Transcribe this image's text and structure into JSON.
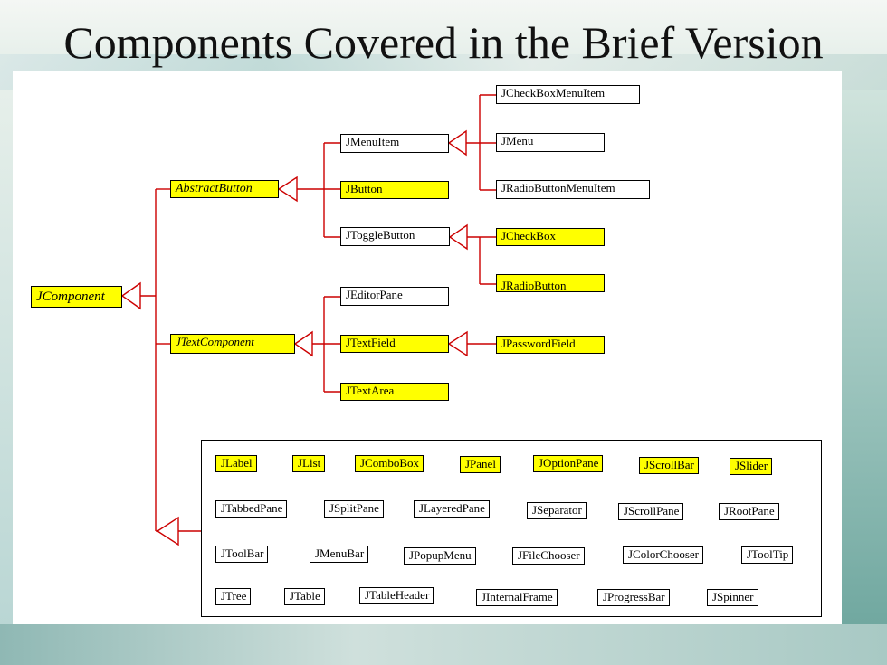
{
  "slide": {
    "title": "Components Covered in the Brief Version"
  },
  "colors": {
    "highlight": "#ffff00",
    "connector": "#cc0000",
    "box_border": "#000000"
  },
  "tree": {
    "jcomponent": "JComponent",
    "abstract_button": "AbstractButton",
    "jtext_component": "JTextComponent",
    "jmenu_item": "JMenuItem",
    "jbutton": "JButton",
    "jtoggle_button": "JToggleButton",
    "jcheckbox_menu_item": "JCheckBoxMenuItem",
    "jmenu": "JMenu",
    "jradio_button_menu_item": "JRadioButtonMenuItem",
    "jcheckbox": "JCheckBox",
    "jradio_button": "JRadioButton",
    "jeditor_pane": "JEditorPane",
    "jtext_field": "JTextField",
    "jtext_area": "JTextArea",
    "jpassword_field": "JPasswordField"
  },
  "other_components": {
    "row1": [
      "JLabel",
      "JList",
      "JComboBox",
      "JPanel",
      "JOptionPane",
      "JScrollBar",
      "JSlider"
    ],
    "row2": [
      "JTabbedPane",
      "JSplitPane",
      "JLayeredPane",
      "JSeparator",
      "JScrollPane",
      "JRootPane"
    ],
    "row3": [
      "JToolBar",
      "JMenuBar",
      "JPopupMenu",
      "JFileChooser",
      "JColorChooser",
      "JToolTip"
    ],
    "row4": [
      "JTree",
      "JTable",
      "JTableHeader",
      "JInternalFrame",
      "JProgressBar",
      "JSpinner"
    ]
  }
}
